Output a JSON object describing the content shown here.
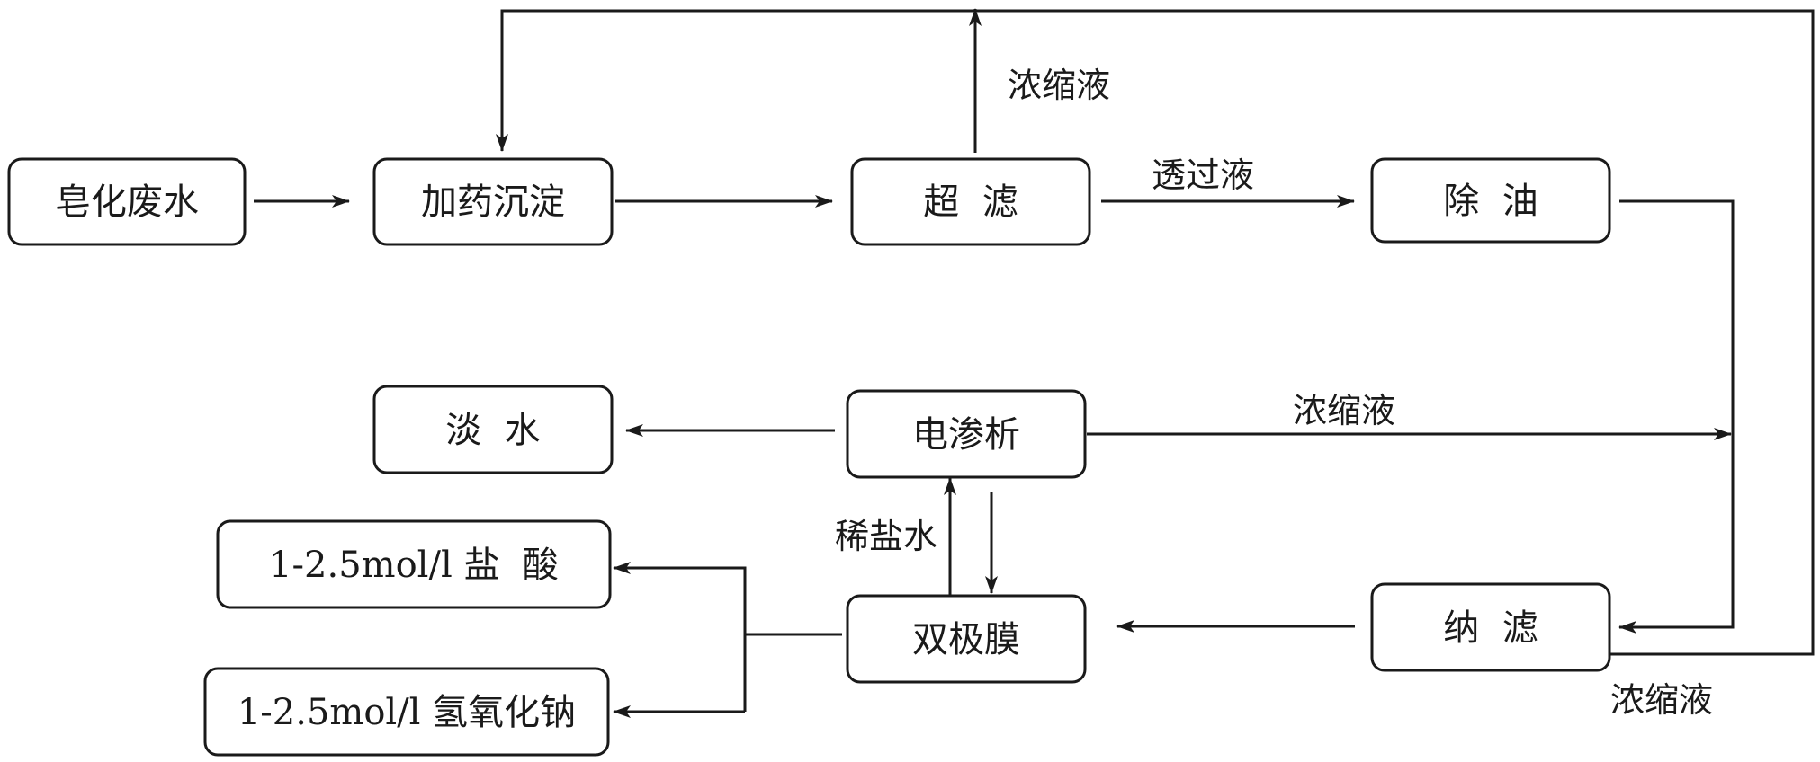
{
  "nodes": {
    "saponification_wastewater": "皂化废水",
    "chemical_precipitation": "加药沉淀",
    "ultrafiltration": "超  滤",
    "oil_removal": "除  油",
    "electrodialysis": "电渗析",
    "fresh_water": "淡  水",
    "bipolar_membrane": "双极膜",
    "nanofiltration": "纳  滤",
    "hydrochloric_acid": "1-2.5mol/l 盐  酸",
    "sodium_hydroxide": "1-2.5mol/l 氢氧化钠"
  },
  "edge_labels": {
    "uf_concentrate": "浓缩液",
    "uf_permeate": "透过液",
    "ed_concentrate": "浓缩液",
    "dilute_brine": "稀盐水",
    "nf_concentrate": "浓缩液"
  }
}
